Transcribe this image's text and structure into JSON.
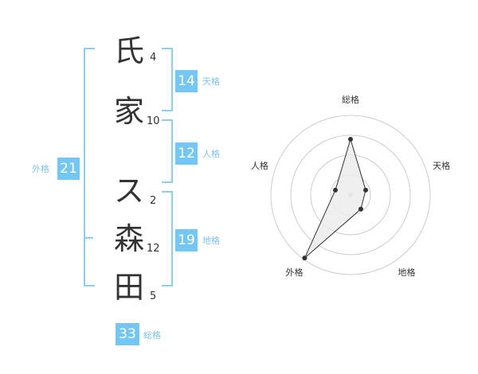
{
  "colors": {
    "accent": "#74c6f4",
    "accent_text": "#7cc4ec",
    "bracket": "#8ecdf3",
    "ink": "#333333",
    "ring": "#cccccc",
    "fill": "#ebebeb"
  },
  "name": {
    "surname": [
      {
        "char": "氏",
        "strokes": "4"
      },
      {
        "char": "家",
        "strokes": "10"
      }
    ],
    "given": [
      {
        "char": "ス",
        "strokes": "2"
      },
      {
        "char": "森",
        "strokes": "12"
      },
      {
        "char": "田",
        "strokes": "5"
      }
    ]
  },
  "fortunes": {
    "tenkaku": {
      "label": "天格",
      "value": "14"
    },
    "jinkaku": {
      "label": "人格",
      "value": "12"
    },
    "chikaku": {
      "label": "地格",
      "value": "19"
    },
    "gaikaku": {
      "label": "外格",
      "value": "21"
    },
    "soukaku": {
      "label": "総格",
      "value": "33"
    }
  },
  "chart_data": {
    "type": "radar",
    "axes": [
      "総格",
      "天格",
      "地格",
      "外格",
      "人格"
    ],
    "values": [
      3.5,
      1.0,
      1.1,
      4.9,
      1.0
    ],
    "max": 5,
    "rings": 4,
    "grid": true
  }
}
